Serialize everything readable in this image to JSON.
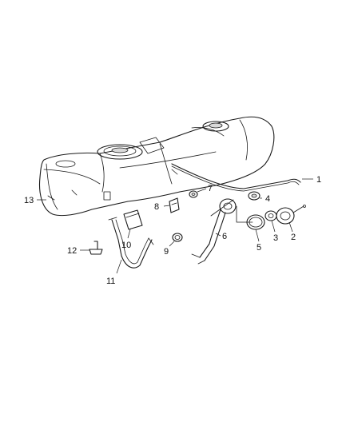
{
  "callouts": [
    {
      "id": "1",
      "label": "1"
    },
    {
      "id": "2",
      "label": "2"
    },
    {
      "id": "3",
      "label": "3"
    },
    {
      "id": "4",
      "label": "4"
    },
    {
      "id": "5",
      "label": "5"
    },
    {
      "id": "6",
      "label": "6"
    },
    {
      "id": "7",
      "label": "7"
    },
    {
      "id": "8",
      "label": "8"
    },
    {
      "id": "9",
      "label": "9"
    },
    {
      "id": "10",
      "label": "10"
    },
    {
      "id": "11",
      "label": "11"
    },
    {
      "id": "12",
      "label": "12"
    },
    {
      "id": "13",
      "label": "13"
    }
  ],
  "colors": {
    "line": "#1a1a1a",
    "background": "#ffffff",
    "shading": "#d9d9d9"
  }
}
